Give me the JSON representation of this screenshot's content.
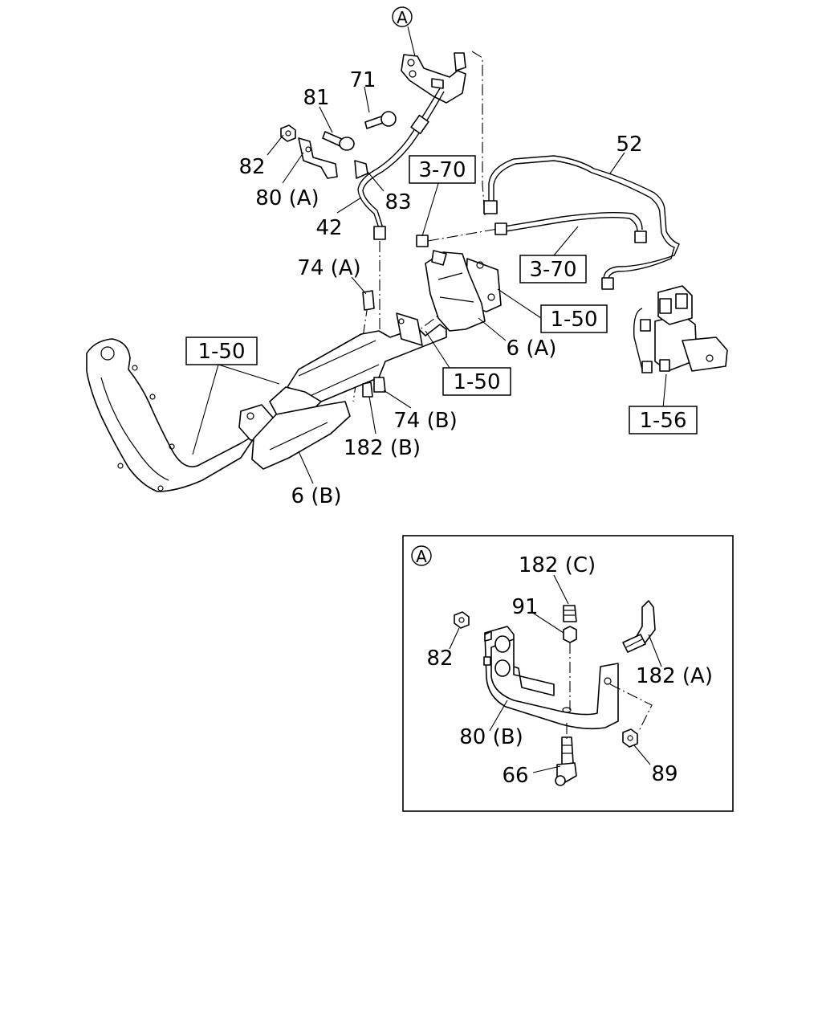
{
  "callout_main": "A",
  "labels": {
    "l71": "71",
    "l81": "81",
    "l82": "82",
    "l80a": "80 (A)",
    "l83": "83",
    "l42": "42",
    "l52": "52",
    "l74a": "74 (A)",
    "l74b": "74 (B)",
    "l182b": "182 (B)",
    "l6a": "6 (A)",
    "l6b": "6 (B)"
  },
  "refs": {
    "r370_top": "3-70",
    "r370_mid": "3-70",
    "r150_left": "1-50",
    "r150_right": "1-50",
    "r150_center": "1-50",
    "r156": "1-56"
  },
  "detail": {
    "callout": "A",
    "labels": {
      "l182c": "182 (C)",
      "l91": "91",
      "l82": "82",
      "l182a": "182 (A)",
      "l80b": "80 (B)",
      "l66": "66",
      "l89": "89"
    }
  }
}
